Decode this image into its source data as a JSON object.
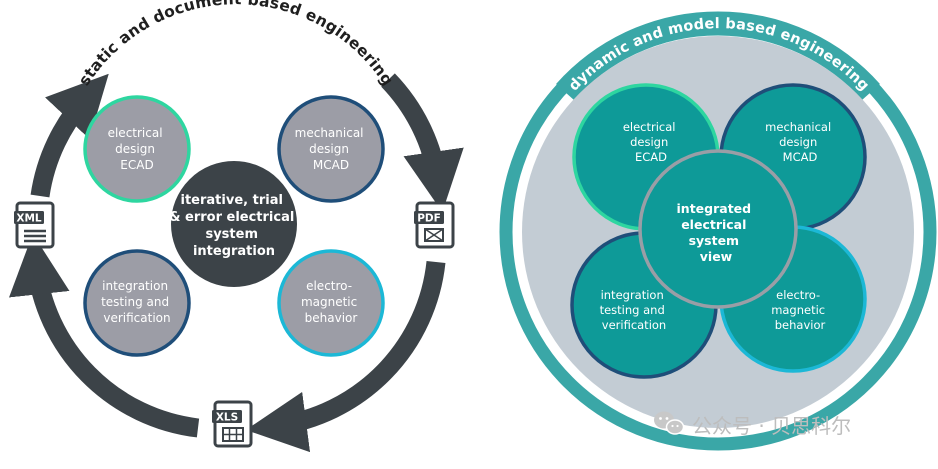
{
  "left": {
    "arc_title": "static and document based engineering",
    "center_label": [
      "iterative, trial",
      "& error electrical",
      "system",
      "integration"
    ],
    "nodes": {
      "electrical": [
        "electrical",
        "design",
        "ECAD"
      ],
      "mechanical": [
        "mechanical",
        "design",
        "MCAD"
      ],
      "integration": [
        "integration",
        "testing and",
        "verification"
      ],
      "electromagnetic": [
        "electro-",
        "magnetic",
        "behavior"
      ]
    },
    "docs": {
      "xml": "XML",
      "pdf": "PDF",
      "xls": "XLS"
    }
  },
  "right": {
    "arc_title": "dynamic and model based engineering",
    "center_label": [
      "integrated",
      "electrical",
      "system",
      "view"
    ],
    "nodes": {
      "electrical": [
        "electrical",
        "design",
        "ECAD"
      ],
      "mechanical": [
        "mechanical",
        "design",
        "MCAD"
      ],
      "integration": [
        "integration",
        "testing and",
        "verification"
      ],
      "electromagnetic": [
        "electro-",
        "magnetic",
        "behavior"
      ]
    }
  },
  "watermark": "公众号 · 贝思科尔",
  "colors": {
    "dark": "#3c4348",
    "gray_node": "#9c9da6",
    "ring_green": "#2ed6a0",
    "ring_navy": "#1f4e79",
    "ring_cyan": "#1cb8d6",
    "teal": "#0e9a98",
    "teal_ring": "#3aa7a7",
    "disc_gray": "#c3ccd4"
  },
  "icons": [
    "xml-document-icon",
    "pdf-document-icon",
    "xls-spreadsheet-icon",
    "wechat-icon"
  ]
}
